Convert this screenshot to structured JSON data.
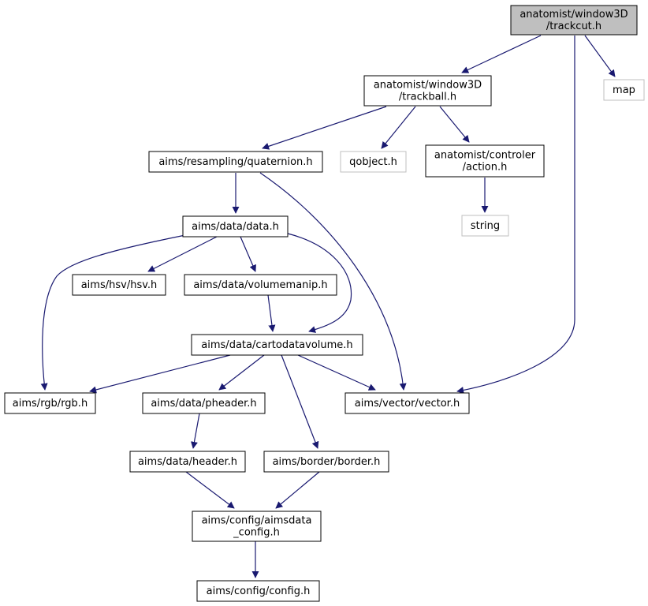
{
  "colors": {
    "edge": "#191970",
    "node_border": "#000000",
    "external_border": "#bfbfbf",
    "root_fill": "#bfbfbf",
    "node_fill": "#ffffff",
    "text": "#000000"
  },
  "nodes": [
    {
      "id": "trackcut",
      "lines": [
        "anatomist/window3D",
        "/trackcut.h"
      ],
      "kind": "root"
    },
    {
      "id": "trackball",
      "lines": [
        "anatomist/window3D",
        "/trackball.h"
      ],
      "kind": "normal"
    },
    {
      "id": "map",
      "lines": [
        "map"
      ],
      "kind": "external"
    },
    {
      "id": "quaternion",
      "lines": [
        "aims/resampling/quaternion.h"
      ],
      "kind": "normal"
    },
    {
      "id": "qobject",
      "lines": [
        "qobject.h"
      ],
      "kind": "external"
    },
    {
      "id": "action",
      "lines": [
        "anatomist/controler",
        "/action.h"
      ],
      "kind": "normal"
    },
    {
      "id": "string",
      "lines": [
        "string"
      ],
      "kind": "external"
    },
    {
      "id": "data",
      "lines": [
        "aims/data/data.h"
      ],
      "kind": "normal"
    },
    {
      "id": "hsv",
      "lines": [
        "aims/hsv/hsv.h"
      ],
      "kind": "normal"
    },
    {
      "id": "volumemanip",
      "lines": [
        "aims/data/volumemanip.h"
      ],
      "kind": "normal"
    },
    {
      "id": "cartodatavolume",
      "lines": [
        "aims/data/cartodatavolume.h"
      ],
      "kind": "normal"
    },
    {
      "id": "rgb",
      "lines": [
        "aims/rgb/rgb.h"
      ],
      "kind": "normal"
    },
    {
      "id": "pheader",
      "lines": [
        "aims/data/pheader.h"
      ],
      "kind": "normal"
    },
    {
      "id": "vector",
      "lines": [
        "aims/vector/vector.h"
      ],
      "kind": "normal"
    },
    {
      "id": "header",
      "lines": [
        "aims/data/header.h"
      ],
      "kind": "normal"
    },
    {
      "id": "border",
      "lines": [
        "aims/border/border.h"
      ],
      "kind": "normal"
    },
    {
      "id": "aimsdata_config",
      "lines": [
        "aims/config/aimsdata",
        "_config.h"
      ],
      "kind": "normal"
    },
    {
      "id": "config",
      "lines": [
        "aims/config/config.h"
      ],
      "kind": "normal"
    }
  ],
  "edges": [
    {
      "from": "trackcut",
      "to": "trackball"
    },
    {
      "from": "trackcut",
      "to": "map"
    },
    {
      "from": "trackcut",
      "to": "vector"
    },
    {
      "from": "trackball",
      "to": "quaternion"
    },
    {
      "from": "trackball",
      "to": "qobject"
    },
    {
      "from": "trackball",
      "to": "action"
    },
    {
      "from": "action",
      "to": "string"
    },
    {
      "from": "quaternion",
      "to": "data"
    },
    {
      "from": "quaternion",
      "to": "vector"
    },
    {
      "from": "data",
      "to": "rgb"
    },
    {
      "from": "data",
      "to": "hsv"
    },
    {
      "from": "data",
      "to": "volumemanip"
    },
    {
      "from": "data",
      "to": "cartodatavolume"
    },
    {
      "from": "volumemanip",
      "to": "cartodatavolume"
    },
    {
      "from": "cartodatavolume",
      "to": "rgb"
    },
    {
      "from": "cartodatavolume",
      "to": "pheader"
    },
    {
      "from": "cartodatavolume",
      "to": "vector"
    },
    {
      "from": "cartodatavolume",
      "to": "border"
    },
    {
      "from": "pheader",
      "to": "header"
    },
    {
      "from": "header",
      "to": "aimsdata_config"
    },
    {
      "from": "border",
      "to": "aimsdata_config"
    },
    {
      "from": "aimsdata_config",
      "to": "config"
    }
  ]
}
